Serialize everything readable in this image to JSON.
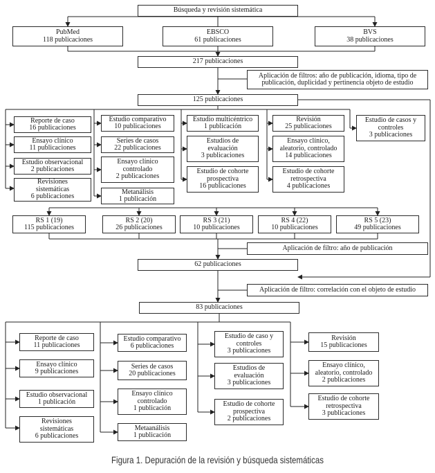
{
  "caption": "Figura 1. Depuración de la revisión y búsqueda sistemáticas",
  "search": {
    "title": "Búsqueda y revisión sistemática"
  },
  "databases": [
    {
      "name": "PubMed",
      "count": "118 publicaciones"
    },
    {
      "name": "EBSCO",
      "count": "61 publicaciones"
    },
    {
      "name": "BVS",
      "count": "38 publicaciones"
    }
  ],
  "total_217": "217 publicaciones",
  "filter_1": {
    "line1": "Aplicación de filtros: año de publicación, idioma, tipo de",
    "line2": "publicación, duplicidad y pertinencia  objeto de estudio"
  },
  "total_125": "125 publicaciones",
  "types_125": {
    "col1": [
      {
        "name": [
          "Reporte de caso"
        ],
        "count": "16 publicaciones"
      },
      {
        "name": [
          "Ensayo clínico"
        ],
        "count": "11 publicaciones"
      },
      {
        "name": [
          "Estudio observacional"
        ],
        "count": "2 publicaciones"
      },
      {
        "name": [
          "Revisiones",
          "sistemáticas"
        ],
        "count": "6 publicaciones"
      }
    ],
    "col2": [
      {
        "name": [
          "Estudio comparativo"
        ],
        "count": "10 publicaciones"
      },
      {
        "name": [
          "Series de casos"
        ],
        "count": "22 publicaciones"
      },
      {
        "name": [
          "Ensayo clínico",
          "controlado"
        ],
        "count": "2 publicaciones"
      },
      {
        "name": [
          "Metanálisis"
        ],
        "count": "1 publicación"
      }
    ],
    "col3": [
      {
        "name": [
          "Estudio multicéntrico"
        ],
        "count": "1 publicación"
      },
      {
        "name": [
          "Estudios de",
          "evaluación"
        ],
        "count": "3 publicaciones"
      },
      {
        "name": [
          "Estudio de cohorte",
          "prospectiva"
        ],
        "count": "16 publicaciones"
      }
    ],
    "col4": [
      {
        "name": [
          "Revisión"
        ],
        "count": "25 publicaciones"
      },
      {
        "name": [
          "Ensayo clínico,",
          "aleatorio, controlado"
        ],
        "count": "14 publicaciones"
      },
      {
        "name": [
          "Estudio de cohorte",
          "retrospectiva"
        ],
        "count": "4 publicaciones"
      }
    ],
    "col5": [
      {
        "name": [
          "Estudio de casos y",
          "controles"
        ],
        "count": "3 publicaciones"
      }
    ]
  },
  "rs": [
    {
      "name": "RS 1 (19)",
      "count": "115 publicaciones"
    },
    {
      "name": "RS 2 (20)",
      "count": "26 publicaciones"
    },
    {
      "name": "RS 3 (21)",
      "count": "10 publicaciones"
    },
    {
      "name": "RS 4 (22)",
      "count": "10 publicaciones"
    },
    {
      "name": "RS 5 (23)",
      "count": "49 publicaciones"
    }
  ],
  "filter_2": "Aplicación de filtro: año de publicación",
  "total_62": "62 publicaciones",
  "filter_3": "Aplicación de filtro: correlación con el objeto de estudio",
  "total_83": "83 publicaciones",
  "types_83": {
    "col1": [
      {
        "name": [
          "Reporte de caso"
        ],
        "count": "11 publicaciones"
      },
      {
        "name": [
          "Ensayo clínico"
        ],
        "count": "9 publicaciones"
      },
      {
        "name": [
          "Estudio observacional"
        ],
        "count": "1 publicación"
      },
      {
        "name": [
          "Revisiones",
          "sistemáticas"
        ],
        "count": "6 publicaciones"
      }
    ],
    "col2": [
      {
        "name": [
          "Estudio comparativo"
        ],
        "count": "6 publicaciones"
      },
      {
        "name": [
          "Series de casos"
        ],
        "count": "20 publicaciones"
      },
      {
        "name": [
          "Ensayo clínico",
          "controlado"
        ],
        "count": "1 publicación"
      },
      {
        "name": [
          "Metaanálisis"
        ],
        "count": "1 publicación"
      }
    ],
    "col3": [
      {
        "name": [
          "Estudio de caso y",
          "controles"
        ],
        "count": "3 publicaciones"
      },
      {
        "name": [
          "Estudios de",
          "evaluación"
        ],
        "count": "3 publicaciones"
      },
      {
        "name": [
          "Estudio de cohorte",
          "prospectiva"
        ],
        "count": "2 publicaciones"
      }
    ],
    "col4": [
      {
        "name": [
          "Revisión"
        ],
        "count": "15 publicaciones"
      },
      {
        "name": [
          "Ensayo clínico,",
          "aleatorio, controlado"
        ],
        "count": "2 publicaciones"
      },
      {
        "name": [
          "Estudio de cohorte",
          "retrospectiva"
        ],
        "count": "3 publicaciones"
      }
    ]
  }
}
